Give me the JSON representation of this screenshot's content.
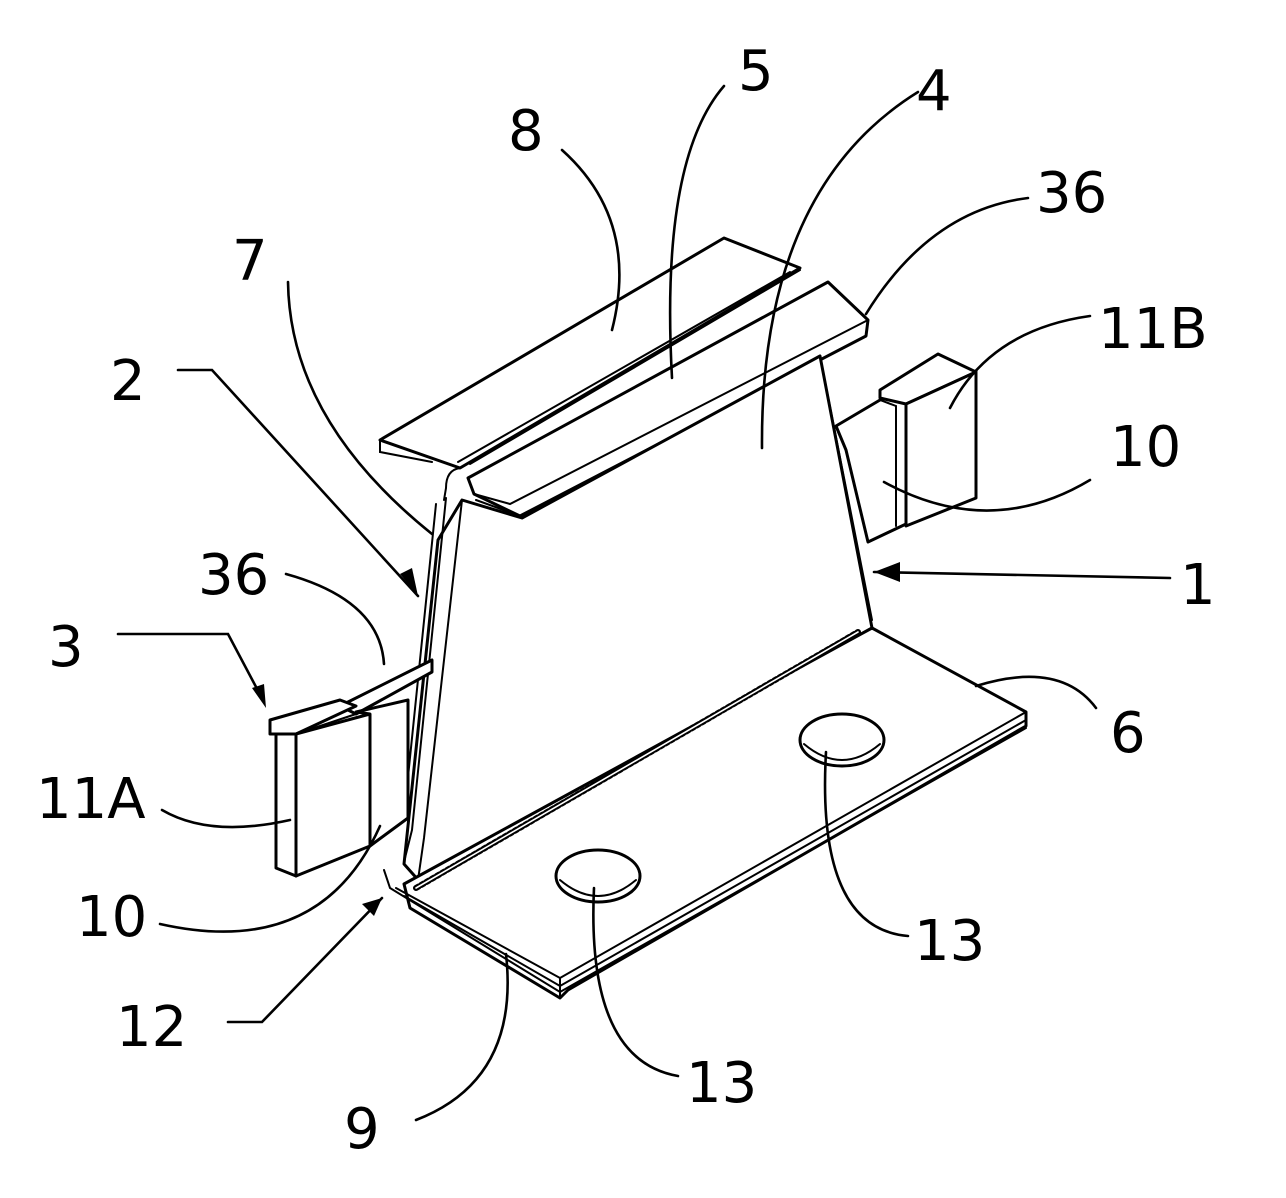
{
  "labels": {
    "l1": "1",
    "l2": "2",
    "l3": "3",
    "l4": "4",
    "l5": "5",
    "l6": "6",
    "l7": "7",
    "l8": "8",
    "l9": "9",
    "l10_left": "10",
    "l10_right": "10",
    "l11A": "11A",
    "l11B": "11B",
    "l12": "12",
    "l13_top": "13",
    "l13_bottom": "13",
    "l36_left": "36",
    "l36_right": "36"
  }
}
